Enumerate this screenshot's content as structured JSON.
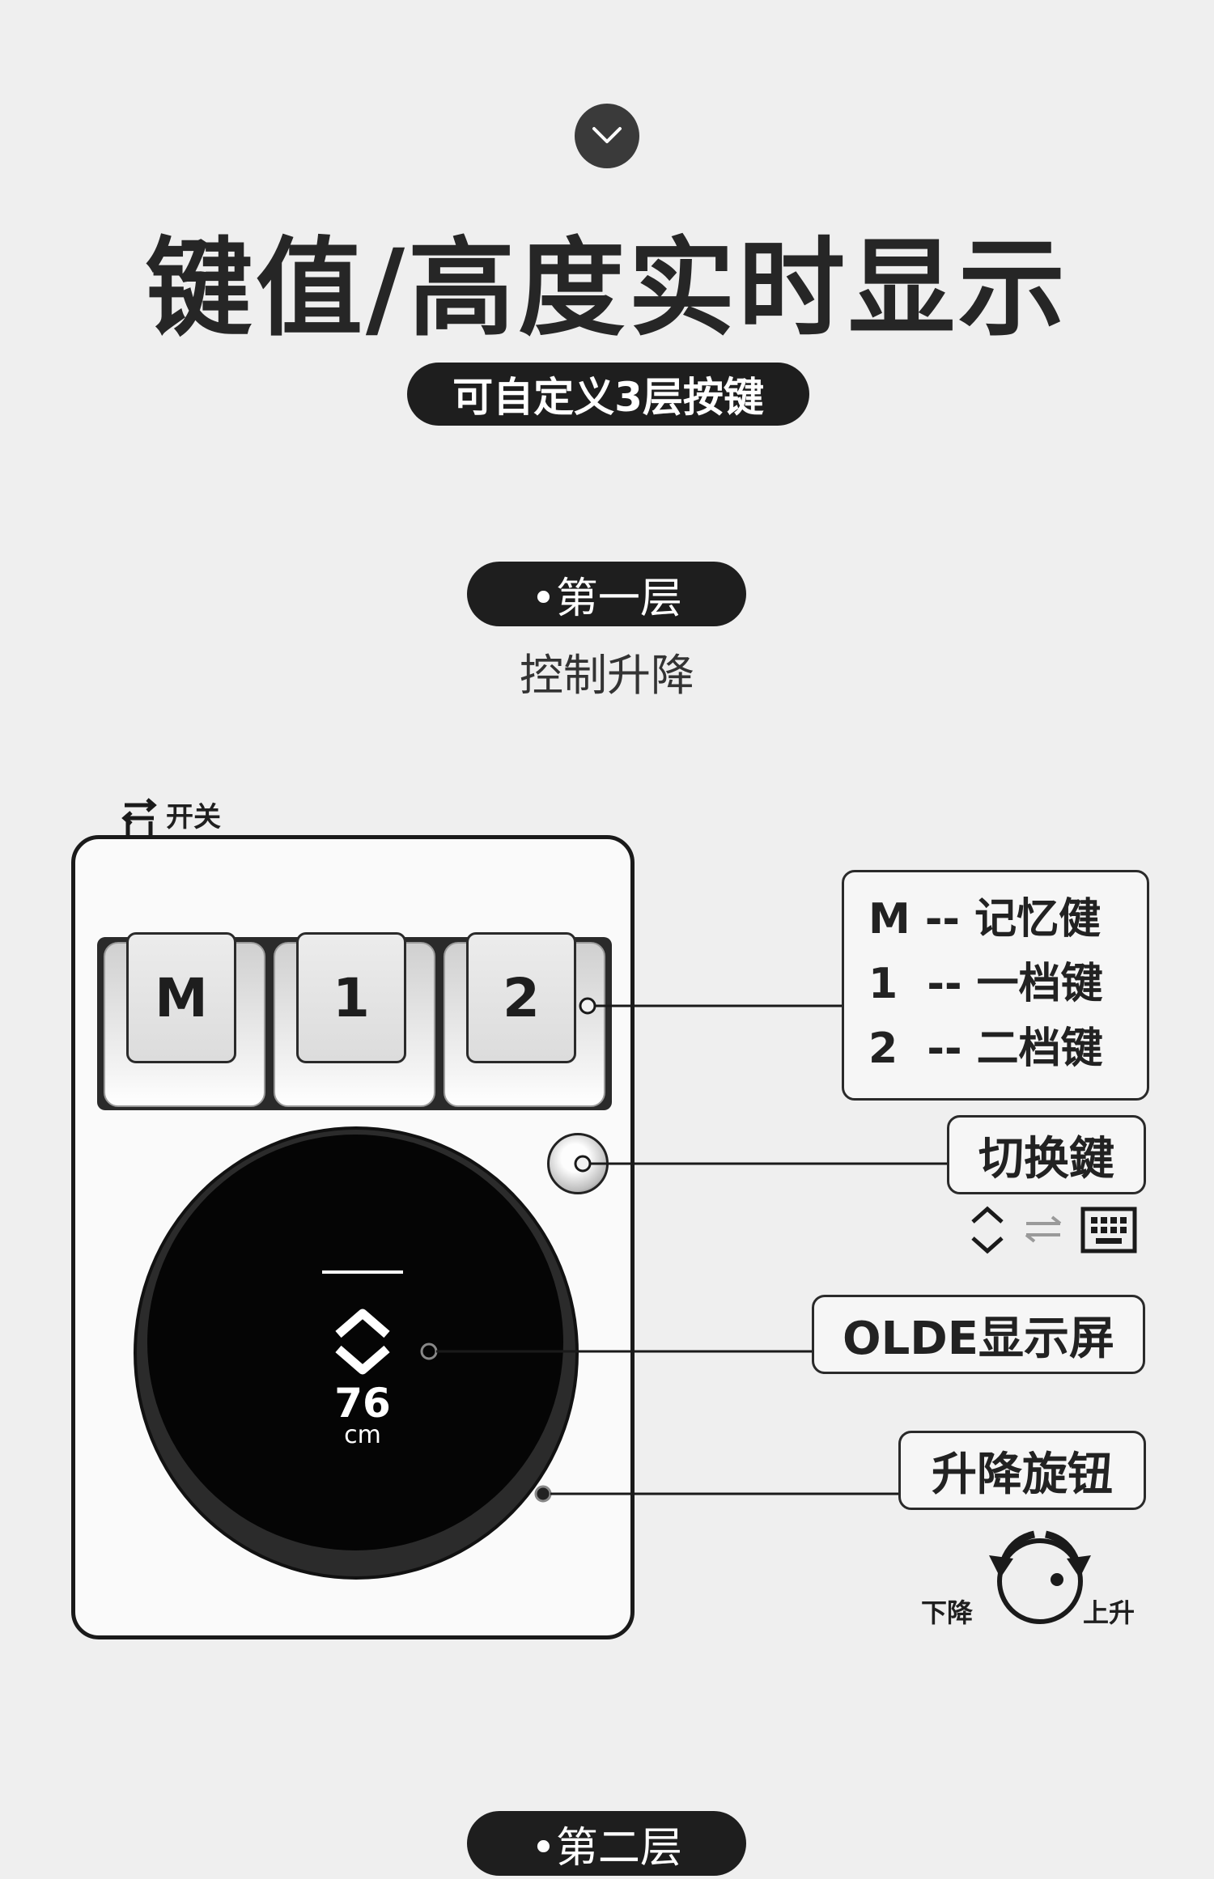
{
  "header": {
    "title": "键值/高度实时显示",
    "subtitle": "可自定义3层按键"
  },
  "layer1": {
    "label": "•第一层",
    "description": "控制升降"
  },
  "layer2": {
    "label": "•第二层"
  },
  "device": {
    "switch_label": "开关",
    "keys": [
      "M",
      "1",
      "2"
    ],
    "display": {
      "value": "76",
      "unit": "cm"
    }
  },
  "callouts": {
    "legend": [
      "M -- 记忆健",
      "1  -- 一档键",
      "2  -- 二档键"
    ],
    "switch_key": "切换鍵",
    "oled": "OLDE显示屏",
    "knob": "升降旋钮",
    "knob_down": "下降",
    "knob_up": "上升"
  },
  "icons": {
    "top": "chevron-down-icon",
    "switch": "switch-arrows-icon",
    "mode_height": "up-down-chevron-icon",
    "mode_swap": "swap-arrows-icon",
    "mode_keyboard": "keyboard-icon",
    "rotate": "rotate-knob-icon"
  }
}
